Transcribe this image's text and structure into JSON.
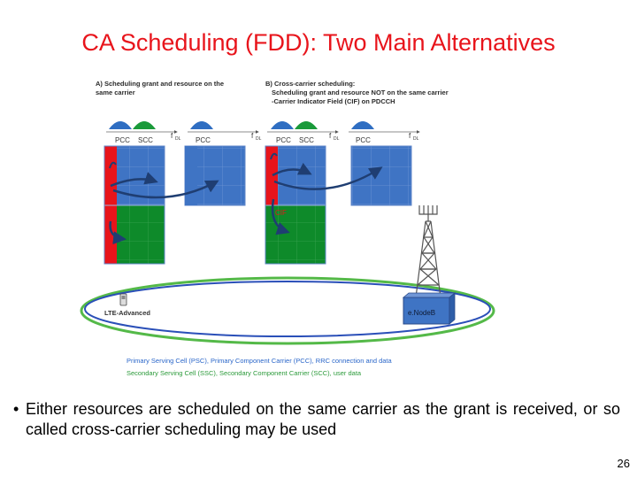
{
  "slide": {
    "title": "CA Scheduling (FDD): Two Main Alternatives",
    "page_number": "26",
    "bullet": "Either resources are scheduled on the same carrier as the grant is received, or so called cross-carrier scheduling may be used"
  },
  "diagram": {
    "section_a": {
      "line1": "A) Scheduling grant and resource on the",
      "line2": "same carrier"
    },
    "section_b": {
      "line1": "B) Cross-carrier scheduling:",
      "line2": "Scheduling grant and resource NOT on the same carrier",
      "line3": "-Carrier Indicator Field (CIF) on PDCCH"
    },
    "carrier_labels": {
      "pcc": "PCC",
      "scc": "SCC",
      "fdl": "f",
      "fdl_sub": "DL"
    },
    "cif_label": "CIF",
    "enodeb_label": "e.NodeB",
    "ue_label": "LTE-Advanced",
    "legend": {
      "primary": "Primary Serving Cell (PSC), Primary Component Carrier (PCC), RRC connection and data",
      "secondary": "Secondary Serving Cell (SSC), Secondary Component Carrier (SCC), user data"
    },
    "colors": {
      "title": "#e8141b",
      "pcc_blue": "#3f74c4",
      "scc_green": "#0e8a2a",
      "control_red": "#e8141b",
      "legend_blue": "#2a66c9",
      "legend_green": "#2b9a3a",
      "cell_ellipse_blue": "#2a4fb8",
      "cell_ellipse_green": "#54b948"
    }
  }
}
